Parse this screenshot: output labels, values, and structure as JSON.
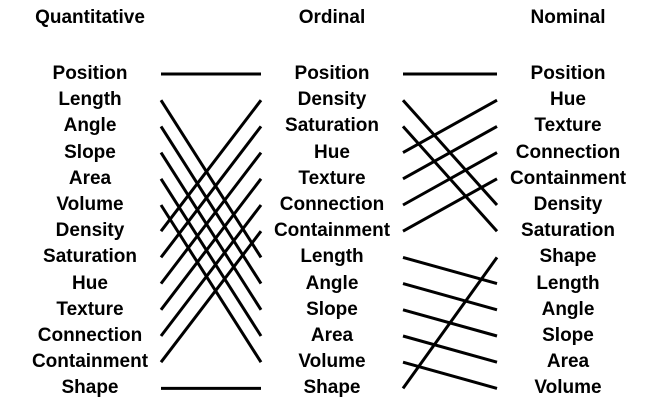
{
  "columns": [
    {
      "header": "Quantitative",
      "items": [
        "Position",
        "Length",
        "Angle",
        "Slope",
        "Area",
        "Volume",
        "Density",
        "Saturation",
        "Hue",
        "Texture",
        "Connection",
        "Containment",
        "Shape"
      ]
    },
    {
      "header": "Ordinal",
      "items": [
        "Position",
        "Density",
        "Saturation",
        "Hue",
        "Texture",
        "Connection",
        "Containment",
        "Length",
        "Angle",
        "Slope",
        "Area",
        "Volume",
        "Shape"
      ]
    },
    {
      "header": "Nominal",
      "items": [
        "Position",
        "Hue",
        "Texture",
        "Connection",
        "Containment",
        "Density",
        "Saturation",
        "Shape",
        "Length",
        "Angle",
        "Slope",
        "Area",
        "Volume"
      ]
    }
  ],
  "line_color": "#000000"
}
